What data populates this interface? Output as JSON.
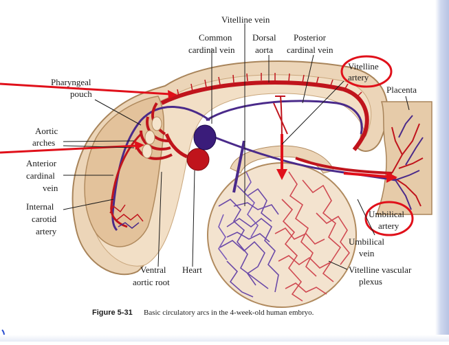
{
  "labels": {
    "vitelline_vein": "Vitelline vein",
    "common_cardinal_1": "Common",
    "common_cardinal_2": "cardinal vein",
    "dorsal_aorta_1": "Dorsal",
    "dorsal_aorta_2": "aorta",
    "posterior_cardinal_1": "Posterior",
    "posterior_cardinal_2": "cardinal vein",
    "vitelline_artery_1": "Vitelline",
    "vitelline_artery_2": "artery",
    "placenta": "Placenta",
    "pharyngeal_pouch_1": "Pharyngeal",
    "pharyngeal_pouch_2": "pouch",
    "aortic_arches_1": "Aortic",
    "aortic_arches_2": "arches",
    "anterior_cardinal_1": "Anterior",
    "anterior_cardinal_2": "cardinal",
    "anterior_cardinal_3": "vein",
    "internal_carotid_1": "Internal",
    "internal_carotid_2": "carotid",
    "internal_carotid_3": "artery",
    "umbilical_artery_1": "Umbilical",
    "umbilical_artery_2": "artery",
    "umbilical_vein_1": "Umbilical",
    "umbilical_vein_2": "vein",
    "vitelline_plexus_1": "Vitelline vascular",
    "vitelline_plexus_2": "plexus",
    "ventral_aortic_root_1": "Ventral",
    "ventral_aortic_root_2": "aortic root",
    "heart": "Heart"
  },
  "caption": {
    "figure_label": "Figure 5-31",
    "text": "Basic circulatory arcs in the 4-week-old human embryo."
  },
  "colors": {
    "artery": "#c0141c",
    "vein": "#4a2a8a",
    "annotation": "#e0101a",
    "tissue": "#e8cfb0",
    "tissue_dark": "#d9b48a"
  }
}
